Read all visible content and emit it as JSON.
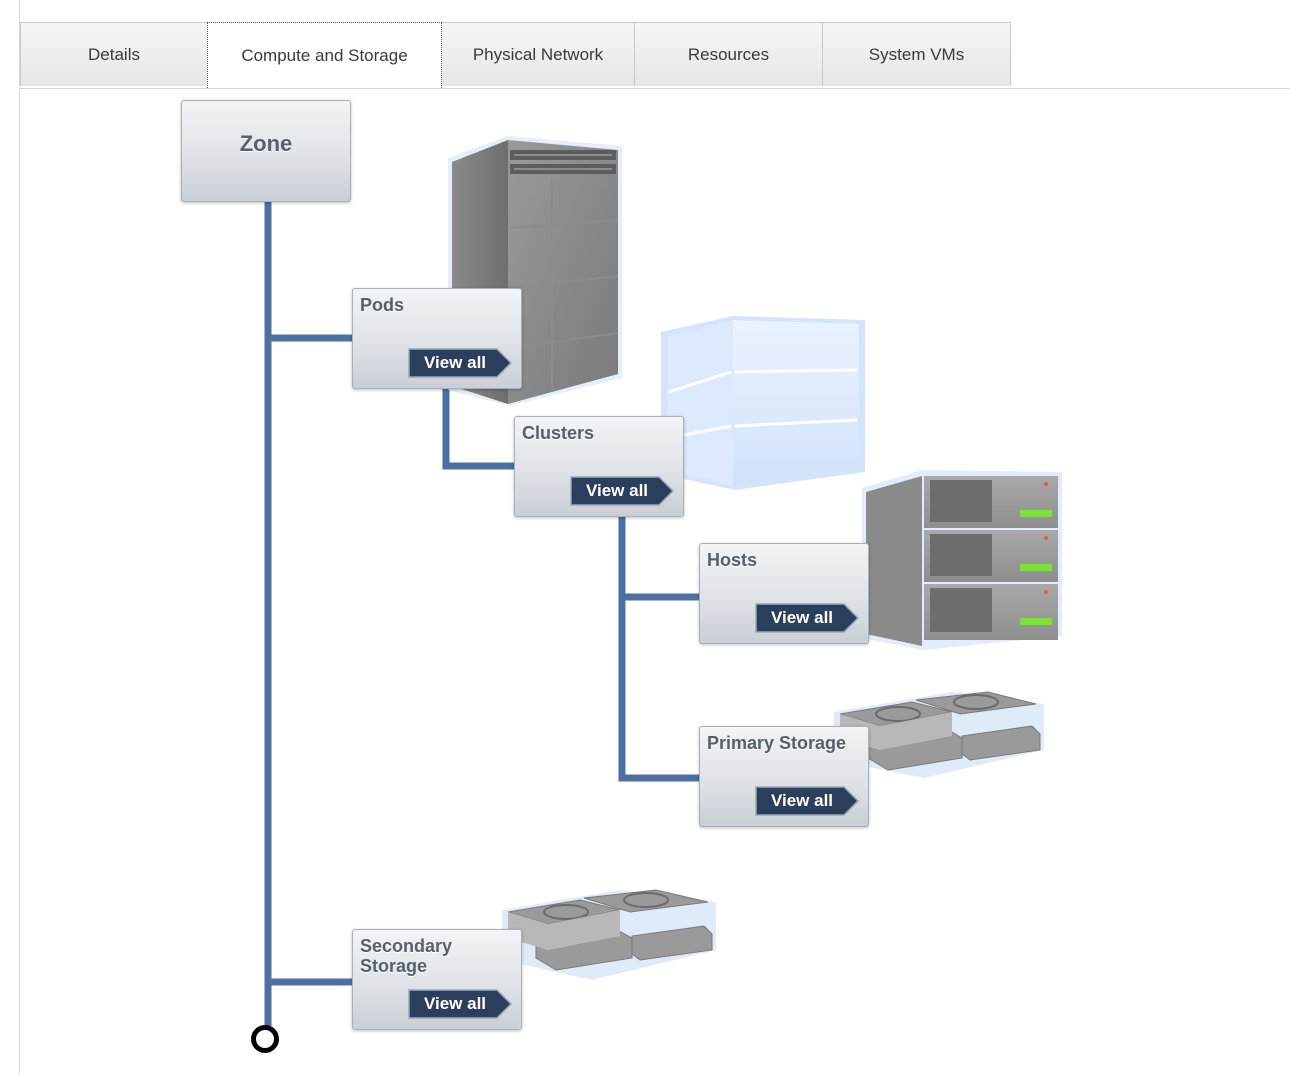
{
  "tabs": [
    {
      "label": "Details"
    },
    {
      "label": "Compute and Storage"
    },
    {
      "label": "Physical Network"
    },
    {
      "label": "Resources"
    },
    {
      "label": "System VMs"
    }
  ],
  "active_tab": "Compute and Storage",
  "diagram": {
    "zone": {
      "title": "Zone"
    },
    "pods": {
      "title": "Pods",
      "button": "View all"
    },
    "clusters": {
      "title": "Clusters",
      "button": "View all"
    },
    "hosts": {
      "title": "Hosts",
      "button": "View all"
    },
    "primary_storage": {
      "title": "Primary Storage",
      "button": "View all"
    },
    "secondary_storage": {
      "title_line1": "Secondary",
      "title_line2": "Storage",
      "button": "View all"
    }
  },
  "colors": {
    "connector": "#4f6fa0",
    "button": "#2b3f5c",
    "node_text": "#55606a"
  },
  "icons": [
    "pod-rack-icon",
    "cluster-cube-icon",
    "host-server-icon",
    "primary-storage-disks-icon",
    "secondary-storage-disks-icon"
  ]
}
